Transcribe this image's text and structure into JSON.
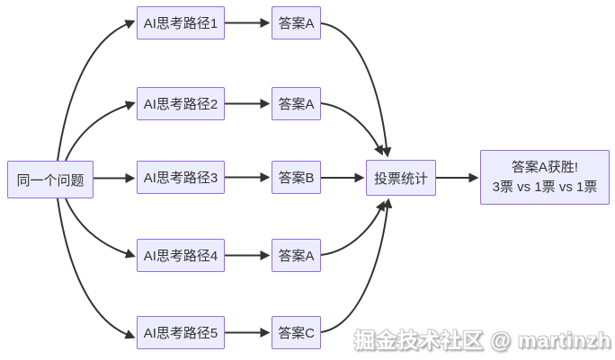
{
  "diagram": {
    "question": {
      "label": "同一个问题"
    },
    "paths": [
      {
        "label": "AI思考路径1"
      },
      {
        "label": "AI思考路径2"
      },
      {
        "label": "AI思考路径3"
      },
      {
        "label": "AI思考路径4"
      },
      {
        "label": "AI思考路径5"
      }
    ],
    "answers": [
      {
        "label": "答案A"
      },
      {
        "label": "答案A"
      },
      {
        "label": "答案B"
      },
      {
        "label": "答案A"
      },
      {
        "label": "答案C"
      }
    ],
    "vote": {
      "label": "投票统计"
    },
    "result": {
      "line1": "答案A获胜!",
      "line2": "3票 vs 1票 vs 1票"
    }
  },
  "watermark": {
    "text": "掘金技术社区 @ martinzh"
  },
  "colors": {
    "node_fill": "#ECECFF",
    "node_border": "#9370DB",
    "edge": "#333333",
    "text": "#333333",
    "background": "#FFFFFF"
  }
}
